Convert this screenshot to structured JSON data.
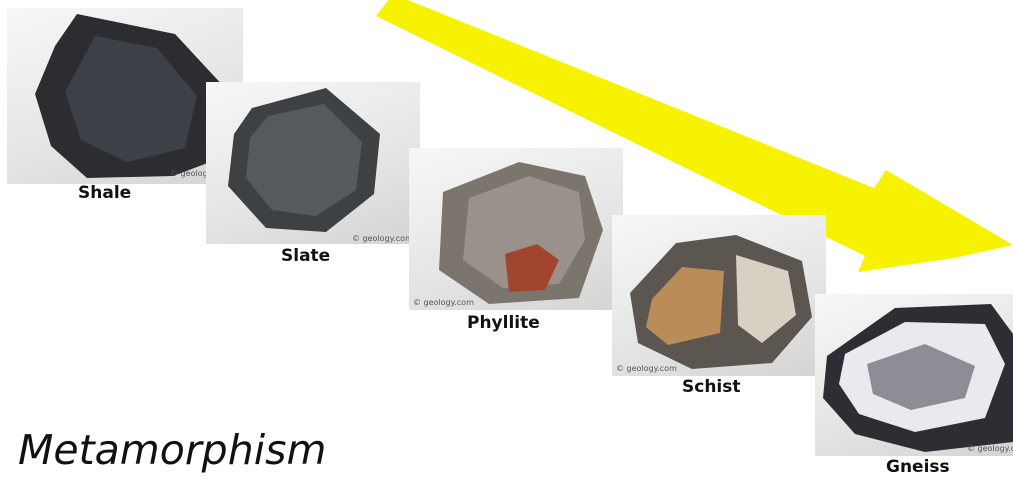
{
  "title": "Metamorphism",
  "credit": "© geology.com",
  "arrow_color": "#f7f200",
  "rocks": [
    {
      "name": "Shale",
      "colors": [
        "#2b2d31",
        "#3d4046"
      ]
    },
    {
      "name": "Slate",
      "colors": [
        "#3d4144",
        "#555a5e"
      ]
    },
    {
      "name": "Phyllite",
      "colors": [
        "#7b756e",
        "#9a928a",
        "#a2452e"
      ]
    },
    {
      "name": "Schist",
      "colors": [
        "#5b5750",
        "#b98c5a",
        "#d8d0c2"
      ]
    },
    {
      "name": "Gneiss",
      "colors": [
        "#2d2d33",
        "#e9e9ee",
        "#8d8d95"
      ]
    }
  ]
}
